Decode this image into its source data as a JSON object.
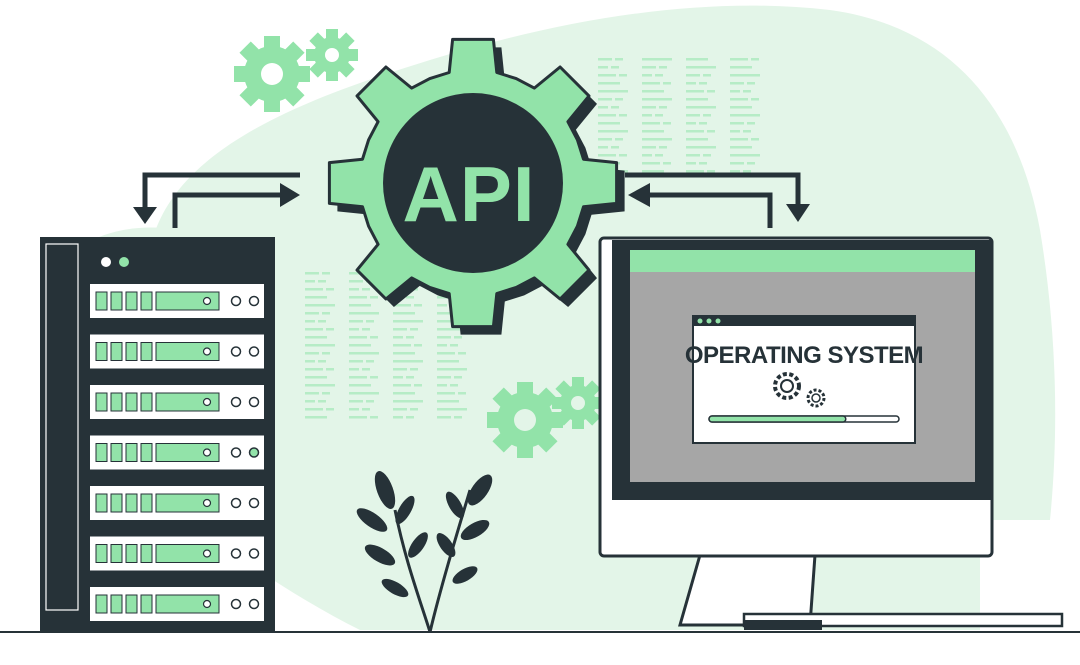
{
  "labels": {
    "api": "API",
    "os_window_title": "OPERATING SYSTEM"
  },
  "os_window": {
    "progress": 0.72
  },
  "colors": {
    "dark": "#263238",
    "green": "#92E3A9",
    "green_light": "#E3F5E8",
    "gray": "#A6A6A6",
    "white": "#FFFFFF"
  },
  "icons": {
    "api_gear": "gear-icon",
    "small_gears": "gear-icon",
    "loading": "loading-gears-icon",
    "plant": "plant-icon"
  }
}
